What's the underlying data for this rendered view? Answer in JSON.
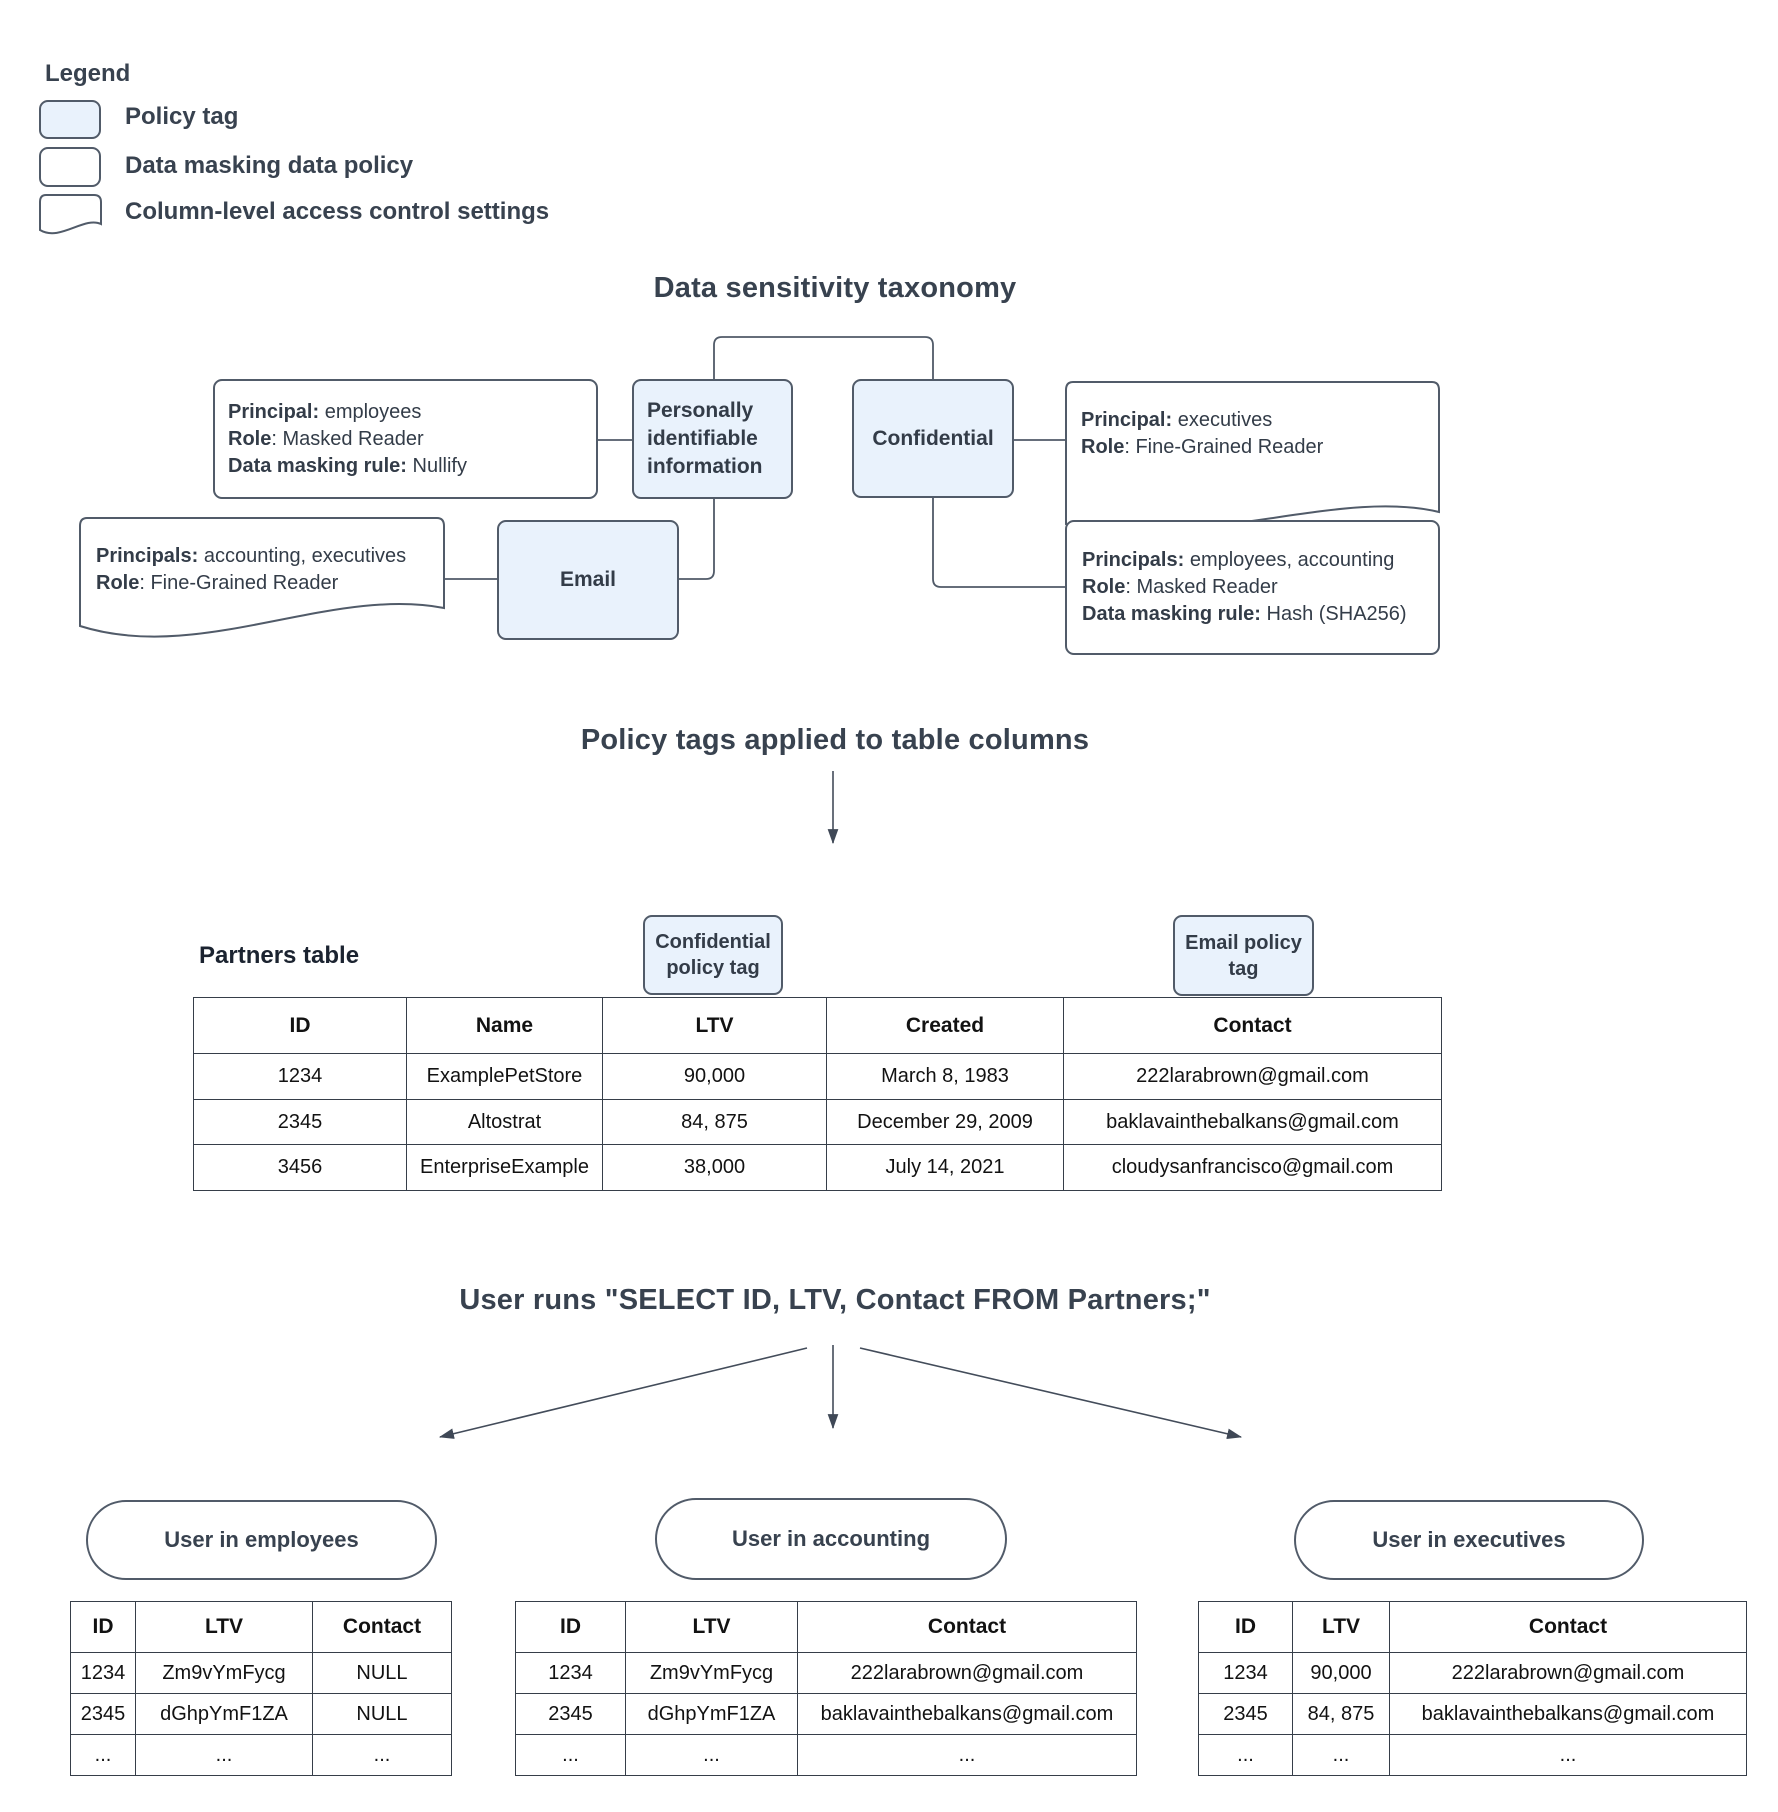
{
  "legend": {
    "title": "Legend",
    "items": [
      {
        "shape": "policy-tag",
        "label": "Policy tag"
      },
      {
        "shape": "data-masking-policy",
        "label": "Data masking data policy"
      },
      {
        "shape": "column-access-control",
        "label": "Column-level access control settings"
      }
    ]
  },
  "colors": {
    "policy_tag_fill": "#e9f2fc",
    "shape_border": "#515b69",
    "text": "#38424f"
  },
  "taxonomy": {
    "title": "Data sensitivity taxonomy",
    "pii_tag": "Personally identifiable information",
    "confidential_tag": "Confidential",
    "email_tag": "Email",
    "employees_policy": {
      "l1_label": "Principal:",
      "l1_value": " employees",
      "l2_label": "Role",
      "l2_value": ": Masked Reader",
      "l3_label": "Data masking rule:",
      "l3_value": " Nullify"
    },
    "executives_access": {
      "l1_label": "Principal:",
      "l1_value": " executives",
      "l2_label": "Role",
      "l2_value": ": Fine-Grained Reader"
    },
    "accounting_executives_access": {
      "l1_label": "Principals:",
      "l1_value": " accounting, executives",
      "l2_label": "Role",
      "l2_value": ": Fine-Grained Reader"
    },
    "employees_accounting_policy": {
      "l1_label": "Principals:",
      "l1_value": " employees, accounting",
      "l2_label": "Role",
      "l2_value": ": Masked Reader",
      "l3_label": "Data masking rule:",
      "l3_value": " Hash (SHA256)"
    }
  },
  "applied": {
    "title": "Policy tags applied to table columns",
    "table_label": "Partners table",
    "confidential_chip": "Confidential policy tag",
    "email_chip": "Email policy tag",
    "headers": [
      "ID",
      "Name",
      "LTV",
      "Created",
      "Contact"
    ],
    "rows": [
      [
        "1234",
        "ExamplePetStore",
        "90,000",
        "March 8, 1983",
        "222larabrown@gmail.com"
      ],
      [
        "2345",
        "Altostrat",
        "84, 875",
        "December 29, 2009",
        "baklavainthebalkans@gmail.com"
      ],
      [
        "3456",
        "EnterpriseExample",
        "38,000",
        "July 14, 2021",
        "cloudysanfrancisco@gmail.com"
      ]
    ]
  },
  "query": {
    "title": "User runs \"SELECT ID, LTV, Contact FROM Partners;\""
  },
  "results": [
    {
      "user": "User in employees",
      "headers": [
        "ID",
        "LTV",
        "Contact"
      ],
      "rows": [
        [
          "1234",
          "Zm9vYmFycg",
          "NULL"
        ],
        [
          "2345",
          "dGhpYmF1ZA",
          "NULL"
        ],
        [
          "...",
          "...",
          "..."
        ]
      ]
    },
    {
      "user": "User in accounting",
      "headers": [
        "ID",
        "LTV",
        "Contact"
      ],
      "rows": [
        [
          "1234",
          "Zm9vYmFycg",
          "222larabrown@gmail.com"
        ],
        [
          "2345",
          "dGhpYmF1ZA",
          "baklavainthebalkans@gmail.com"
        ],
        [
          "...",
          "...",
          "..."
        ]
      ]
    },
    {
      "user": "User in executives",
      "headers": [
        "ID",
        "LTV",
        "Contact"
      ],
      "rows": [
        [
          "1234",
          "90,000",
          "222larabrown@gmail.com"
        ],
        [
          "2345",
          "84, 875",
          "baklavainthebalkans@gmail.com"
        ],
        [
          "...",
          "...",
          "..."
        ]
      ]
    }
  ]
}
